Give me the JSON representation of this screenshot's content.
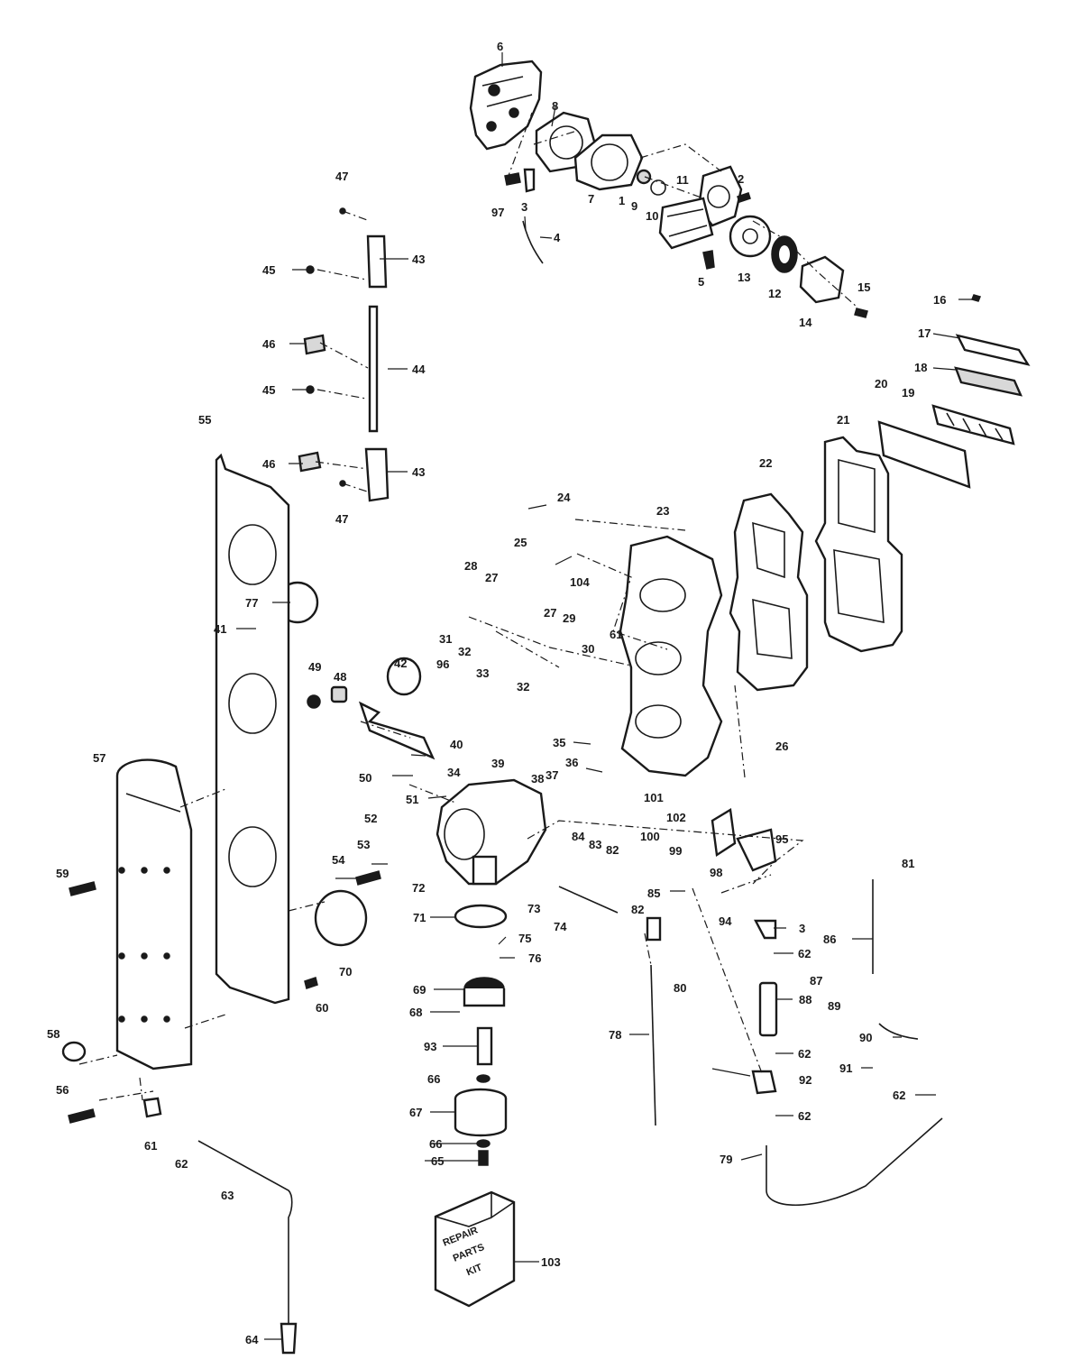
{
  "diagram": {
    "kit_label": [
      "REPAIR",
      "PARTS",
      "KIT"
    ],
    "callouts": [
      {
        "id": "c6",
        "text": "6"
      },
      {
        "id": "c8",
        "text": "8"
      },
      {
        "id": "c7",
        "text": "7"
      },
      {
        "id": "c1",
        "text": "1"
      },
      {
        "id": "c9",
        "text": "9"
      },
      {
        "id": "c11",
        "text": "11"
      },
      {
        "id": "c2a",
        "text": "2"
      },
      {
        "id": "c10",
        "text": "10"
      },
      {
        "id": "c97",
        "text": "97"
      },
      {
        "id": "c3a",
        "text": "3"
      },
      {
        "id": "c4",
        "text": "4"
      },
      {
        "id": "c5",
        "text": "5"
      },
      {
        "id": "c13",
        "text": "13"
      },
      {
        "id": "c12",
        "text": "12"
      },
      {
        "id": "c14",
        "text": "14"
      },
      {
        "id": "c15",
        "text": "15"
      },
      {
        "id": "c16",
        "text": "16"
      },
      {
        "id": "c17",
        "text": "17"
      },
      {
        "id": "c18",
        "text": "18"
      },
      {
        "id": "c19",
        "text": "19"
      },
      {
        "id": "c20",
        "text": "20"
      },
      {
        "id": "c21",
        "text": "21"
      },
      {
        "id": "c22",
        "text": "22"
      },
      {
        "id": "c23",
        "text": "23"
      },
      {
        "id": "c24",
        "text": "24"
      },
      {
        "id": "c25",
        "text": "25"
      },
      {
        "id": "c104",
        "text": "104"
      },
      {
        "id": "c26",
        "text": "26"
      },
      {
        "id": "c47a",
        "text": "47"
      },
      {
        "id": "c43a",
        "text": "43"
      },
      {
        "id": "c45a",
        "text": "45"
      },
      {
        "id": "c46a",
        "text": "46"
      },
      {
        "id": "c44",
        "text": "44"
      },
      {
        "id": "c45b",
        "text": "45"
      },
      {
        "id": "c46b",
        "text": "46"
      },
      {
        "id": "c43b",
        "text": "43"
      },
      {
        "id": "c47b",
        "text": "47"
      },
      {
        "id": "c28",
        "text": "28"
      },
      {
        "id": "c27a",
        "text": "27"
      },
      {
        "id": "c27b",
        "text": "27"
      },
      {
        "id": "c29",
        "text": "29"
      },
      {
        "id": "c31",
        "text": "31"
      },
      {
        "id": "c32a",
        "text": "32"
      },
      {
        "id": "c30",
        "text": "30"
      },
      {
        "id": "c61a",
        "text": "61"
      },
      {
        "id": "c33",
        "text": "33"
      },
      {
        "id": "c32b",
        "text": "32"
      },
      {
        "id": "c77",
        "text": "77"
      },
      {
        "id": "c41",
        "text": "41"
      },
      {
        "id": "c42",
        "text": "42"
      },
      {
        "id": "c96",
        "text": "96"
      },
      {
        "id": "c49",
        "text": "49"
      },
      {
        "id": "c48",
        "text": "48"
      },
      {
        "id": "c40",
        "text": "40"
      },
      {
        "id": "c39",
        "text": "39"
      },
      {
        "id": "c38",
        "text": "38"
      },
      {
        "id": "c35",
        "text": "35"
      },
      {
        "id": "c34",
        "text": "34"
      },
      {
        "id": "c36",
        "text": "36"
      },
      {
        "id": "c37",
        "text": "37"
      },
      {
        "id": "c50",
        "text": "50"
      },
      {
        "id": "c51",
        "text": "51"
      },
      {
        "id": "c55",
        "text": "55"
      },
      {
        "id": "c57",
        "text": "57"
      },
      {
        "id": "c52",
        "text": "52"
      },
      {
        "id": "c53",
        "text": "53"
      },
      {
        "id": "c54",
        "text": "54"
      },
      {
        "id": "c72",
        "text": "72"
      },
      {
        "id": "c73",
        "text": "73"
      },
      {
        "id": "c84",
        "text": "84"
      },
      {
        "id": "c83",
        "text": "83"
      },
      {
        "id": "c82a",
        "text": "82"
      },
      {
        "id": "c101",
        "text": "101"
      },
      {
        "id": "c102",
        "text": "102"
      },
      {
        "id": "c100",
        "text": "100"
      },
      {
        "id": "c99",
        "text": "99"
      },
      {
        "id": "c98",
        "text": "98"
      },
      {
        "id": "c95",
        "text": "95"
      },
      {
        "id": "c94",
        "text": "94"
      },
      {
        "id": "c81",
        "text": "81"
      },
      {
        "id": "c59",
        "text": "59"
      },
      {
        "id": "c71",
        "text": "71"
      },
      {
        "id": "c74",
        "text": "74"
      },
      {
        "id": "c82b",
        "text": "82"
      },
      {
        "id": "c85",
        "text": "85"
      },
      {
        "id": "c3b",
        "text": "3"
      },
      {
        "id": "c75",
        "text": "75"
      },
      {
        "id": "c76",
        "text": "76"
      },
      {
        "id": "c62a",
        "text": "62"
      },
      {
        "id": "c86",
        "text": "86"
      },
      {
        "id": "c70",
        "text": "70"
      },
      {
        "id": "c80",
        "text": "80"
      },
      {
        "id": "c87",
        "text": "87"
      },
      {
        "id": "c69",
        "text": "69"
      },
      {
        "id": "c60",
        "text": "60"
      },
      {
        "id": "c88",
        "text": "88"
      },
      {
        "id": "c68",
        "text": "68"
      },
      {
        "id": "c89",
        "text": "89"
      },
      {
        "id": "c78",
        "text": "78"
      },
      {
        "id": "c90",
        "text": "90"
      },
      {
        "id": "c58",
        "text": "58"
      },
      {
        "id": "c93",
        "text": "93"
      },
      {
        "id": "c62b",
        "text": "62"
      },
      {
        "id": "c91",
        "text": "91"
      },
      {
        "id": "c66a",
        "text": "66"
      },
      {
        "id": "c92",
        "text": "92"
      },
      {
        "id": "c56",
        "text": "56"
      },
      {
        "id": "c62c",
        "text": "62"
      },
      {
        "id": "c67",
        "text": "67"
      },
      {
        "id": "c62d",
        "text": "62"
      },
      {
        "id": "c61b",
        "text": "61"
      },
      {
        "id": "c62e",
        "text": "62"
      },
      {
        "id": "c66b",
        "text": "66"
      },
      {
        "id": "c79",
        "text": "79"
      },
      {
        "id": "c65",
        "text": "65"
      },
      {
        "id": "c63",
        "text": "63"
      },
      {
        "id": "c103",
        "text": "103"
      },
      {
        "id": "c64",
        "text": "64"
      }
    ]
  }
}
